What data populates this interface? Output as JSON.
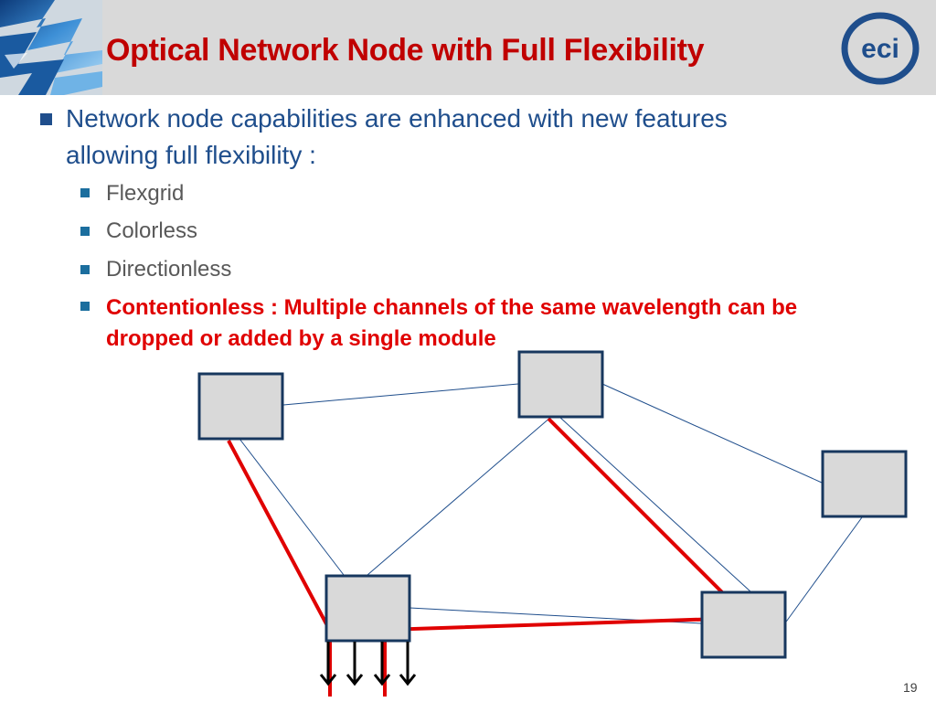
{
  "slide": {
    "title": "Optical Network Node with Full Flexibility",
    "logo_text": "eci",
    "bullet_main": "Network node capabilities are enhanced with new features allowing full flexibility :",
    "sub_items": [
      "Flexgrid",
      "Colorless",
      "Directionless"
    ],
    "highlight_item": "Contentionless : Multiple channels of the same wavelength can be dropped or added by a single  module",
    "page_number": "19"
  },
  "colors": {
    "title": "#c00000",
    "bullet_text": "#1f4e8c",
    "highlight": "#e00000",
    "node_fill": "#d9d9d9",
    "node_border": "#17375e",
    "link": "#1f4e8c",
    "path": "#e00000"
  },
  "icons": {
    "corner_art": "blue-abstract-graphic",
    "bullet": "square-bullet",
    "arrow": "down-arrow"
  }
}
